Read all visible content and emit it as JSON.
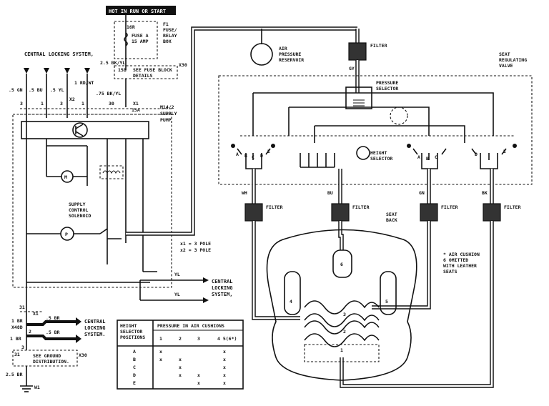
{
  "header": {
    "hot_label": "HOT IN RUN OR START"
  },
  "fuse": {
    "id_label": "16R",
    "name": "FUSE A",
    "rating": "15 AMP",
    "box_line1": "F1",
    "box_line2": "FUSE/",
    "box_line3": "RELAY",
    "box_line4": "BOX",
    "wire1": "2.5 BK/YL",
    "conn_label": "X30",
    "sub_label": "15B",
    "detail1": "SEE FUSE BLOCK",
    "detail2": "DETAILS",
    "wire2": ".75 BK/YL",
    "conn2": "X1",
    "pin": "30"
  },
  "locking": {
    "title": "CENTRAL LOCKING SYSTEM,",
    "wires": [
      ".5 GN",
      ".5 BU",
      ".5 YL",
      "1 RD/WT"
    ],
    "pins": [
      "3",
      "1",
      "3",
      "1"
    ],
    "conn_x2": "X2",
    "pin_ldot": "2",
    "pin_15a": "15A",
    "pin_30": "30"
  },
  "pump": {
    "label1": "M14/2",
    "label2": "SUPPLY",
    "label3": "PUMP",
    "motor": "M",
    "solenoid1": "SUPPLY",
    "solenoid2": "CONTROL",
    "solenoid3": "SOLENOID",
    "pressure": "P"
  },
  "legend_pole": {
    "line1": "x1 = 3 POLE",
    "line2": "x2 = 3 POLE"
  },
  "outputs": {
    "yl1": "YL",
    "yl2": "YL",
    "dest1": "CENTRAL",
    "dest2": "LOCKING",
    "dest3": "SYSTEM,"
  },
  "ground": {
    "pin31": "31",
    "conn": "X1",
    "wire_1br": "1 BR",
    "conn_x48d": "X48D",
    "wire_5br_a": ".5 BR",
    "wire_5br_b": ".5 BR",
    "wire_1br_b": "1 BR",
    "dest1": "CENTRAL",
    "dest2": "LOCKING",
    "dest3": "SYSTEM.",
    "pin_2": "2",
    "pin_3": "3",
    "pin_31b": "31",
    "distr1": "SEE GROUND",
    "distr2": "DISTRIBUTION.",
    "conn_x30": "X30",
    "wire_25br": "2.5 BR",
    "gnd": "W1"
  },
  "pneumatic": {
    "reservoir1": "AIR",
    "reservoir2": "PRESSURE",
    "reservoir3": "RESERVOIR",
    "filter": "FILTER",
    "gy": "GY",
    "valve1": "SEAT",
    "valve2": "REGULATING",
    "valve3": "VALVE",
    "pressel1": "PRESSURE",
    "pressel2": "SELECTOR",
    "height1": "HEIGHT",
    "height2": "SELECTOR",
    "hose_colors": [
      "WH",
      "BU",
      "GN",
      "BK"
    ],
    "filters": [
      "FILTER",
      "FILTER",
      "FILTER",
      "FILTER"
    ],
    "seatback1": "SEAT",
    "seatback2": "BACK",
    "note1": "* AIR CUSHION",
    "note2": "6 OMITTED",
    "note3": "WITH LEATHER",
    "note4": "SEATS",
    "cushions": [
      "1",
      "2",
      "3",
      "4",
      "5",
      "6"
    ],
    "valve_letters_left": [
      "A",
      "B",
      "C",
      "D",
      "E"
    ],
    "valve_letters_right": [
      "A",
      "B",
      "C",
      "D",
      "E"
    ]
  },
  "table": {
    "head1": "HEIGHT",
    "head2": "SELECTOR",
    "head3": "POSITIONS",
    "head_main": "PRESSURE IN AIR CUSHIONS",
    "cols": [
      "1",
      "2",
      "3",
      "4 5(6*)"
    ],
    "rows": [
      {
        "pos": "A",
        "c1": "x",
        "c2": "",
        "c3": "",
        "c4": "x"
      },
      {
        "pos": "B",
        "c1": "x",
        "c2": "x",
        "c3": "",
        "c4": "x"
      },
      {
        "pos": "C",
        "c1": "",
        "c2": "x",
        "c3": "",
        "c4": "x"
      },
      {
        "pos": "D",
        "c1": "",
        "c2": "x",
        "c3": "x",
        "c4": "x"
      },
      {
        "pos": "E",
        "c1": "",
        "c2": "",
        "c3": "x",
        "c4": "x"
      }
    ]
  }
}
